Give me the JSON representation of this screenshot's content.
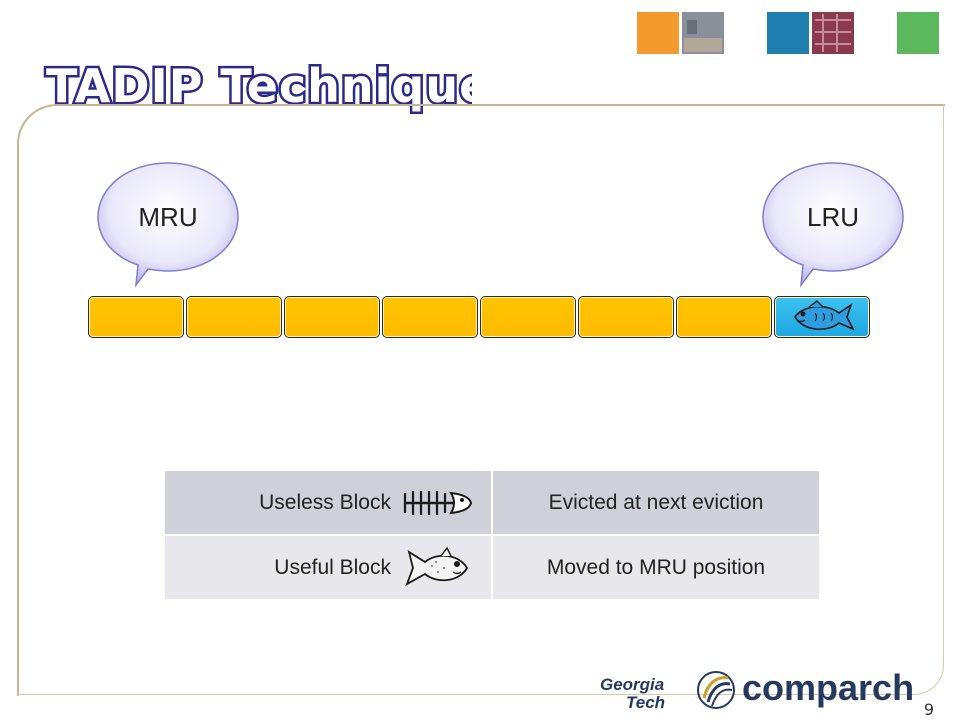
{
  "slide": {
    "title": "TADIP Technique",
    "page_number": "9"
  },
  "bubbles": {
    "mru": "MRU",
    "lru": "LRU"
  },
  "cache_blocks": {
    "count": 8,
    "lru_block_icon": "fish-icon",
    "colors": {
      "block": "#ffc000",
      "lru_block": "#29b6ee"
    }
  },
  "legend": {
    "rows": [
      {
        "label": "Useless Block",
        "icon": "fish-skeleton-icon",
        "description": "Evicted at next eviction"
      },
      {
        "label": "Useful Block",
        "icon": "fish-icon",
        "description": "Moved to MRU position"
      }
    ]
  },
  "footer": {
    "logo1_line1": "Georgia",
    "logo1_line2": "Tech",
    "logo2": "comparch"
  }
}
